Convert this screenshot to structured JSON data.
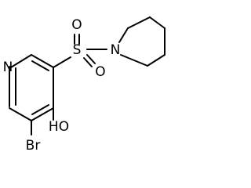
{
  "molecule": {
    "atoms": {
      "pyridine_n": "N",
      "sulfonyl_s": "S",
      "sulfonyl_o_top": "O",
      "sulfonyl_o_bottom": "O",
      "piperidine_n": "N",
      "hydroxyl": "HO",
      "bromine": "Br"
    }
  },
  "colors": {
    "bond": "#000000",
    "label": "#000000",
    "background": "#ffffff"
  }
}
